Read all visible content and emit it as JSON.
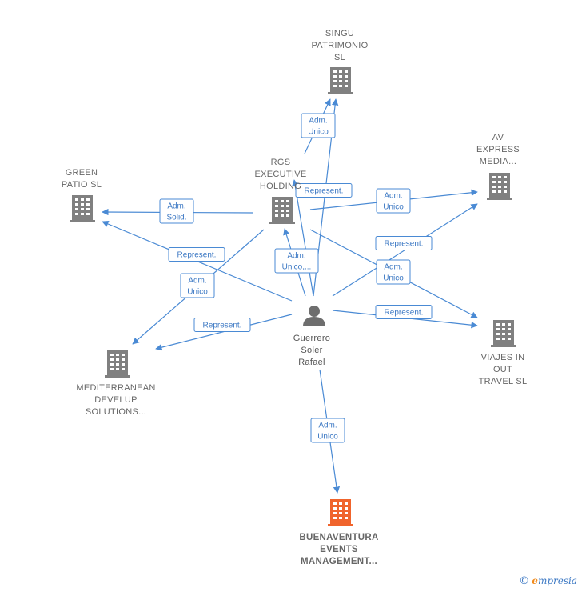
{
  "colors": {
    "edge": "#4a8ad4",
    "building": "#808080",
    "building_main": "#f0642c",
    "person": "#6e6e6e"
  },
  "nodes": [
    {
      "id": "singu",
      "kind": "company",
      "lines": [
        "SINGU",
        "PATRIMONIO",
        "SL"
      ]
    },
    {
      "id": "av",
      "kind": "company",
      "lines": [
        "AV",
        "EXPRESS",
        "MEDIA..."
      ]
    },
    {
      "id": "green",
      "kind": "company",
      "lines": [
        "GREEN",
        "PATIO  SL"
      ]
    },
    {
      "id": "rgs",
      "kind": "company",
      "lines": [
        "RGS",
        "EXECUTIVE",
        "HOLDING"
      ]
    },
    {
      "id": "viajes",
      "kind": "company",
      "lines": [
        "VIAJES IN",
        "OUT",
        "TRAVEL  SL"
      ]
    },
    {
      "id": "mediterranean",
      "kind": "company",
      "lines": [
        "MEDITERRANEAN",
        "DEVELUP",
        "SOLUTIONS..."
      ]
    },
    {
      "id": "person",
      "kind": "person",
      "lines": [
        "Guerrero",
        "Soler",
        "Rafael"
      ]
    },
    {
      "id": "buenaventura",
      "kind": "main",
      "lines": [
        "BUENAVENTURA",
        "EVENTS",
        "MANAGEMENT..."
      ]
    }
  ],
  "edges": [
    {
      "from": "rgs",
      "to": "singu",
      "label": [
        "Adm.",
        "Unico"
      ]
    },
    {
      "from": "person",
      "to": "singu",
      "label": []
    },
    {
      "from": "rgs",
      "to": "green",
      "label": [
        "Adm.",
        "Solid."
      ]
    },
    {
      "from": "person",
      "to": "green",
      "label": [
        "Represent."
      ]
    },
    {
      "from": "rgs",
      "to": "av",
      "label": [
        "Adm.",
        "Unico"
      ]
    },
    {
      "from": "person",
      "to": "av",
      "label": [
        "Represent."
      ]
    },
    {
      "from": "rgs",
      "to": "viajes",
      "label": [
        "Adm.",
        "Unico"
      ]
    },
    {
      "from": "person",
      "to": "viajes",
      "label": [
        "Represent."
      ]
    },
    {
      "from": "rgs",
      "to": "mediterranean",
      "label": [
        "Adm.",
        "Unico"
      ]
    },
    {
      "from": "person",
      "to": "mediterranean",
      "label": [
        "Represent."
      ]
    },
    {
      "from": "person",
      "to": "rgs",
      "label": [
        "Adm.",
        "Unico,..."
      ]
    },
    {
      "from": "person",
      "to": "rgs",
      "label": [
        "Represent."
      ]
    },
    {
      "from": "person",
      "to": "buenaventura",
      "label": [
        "Adm.",
        "Unico"
      ]
    }
  ],
  "footer": {
    "copyright": "©",
    "brand_initial": "e",
    "brand_rest": "mpresia"
  }
}
